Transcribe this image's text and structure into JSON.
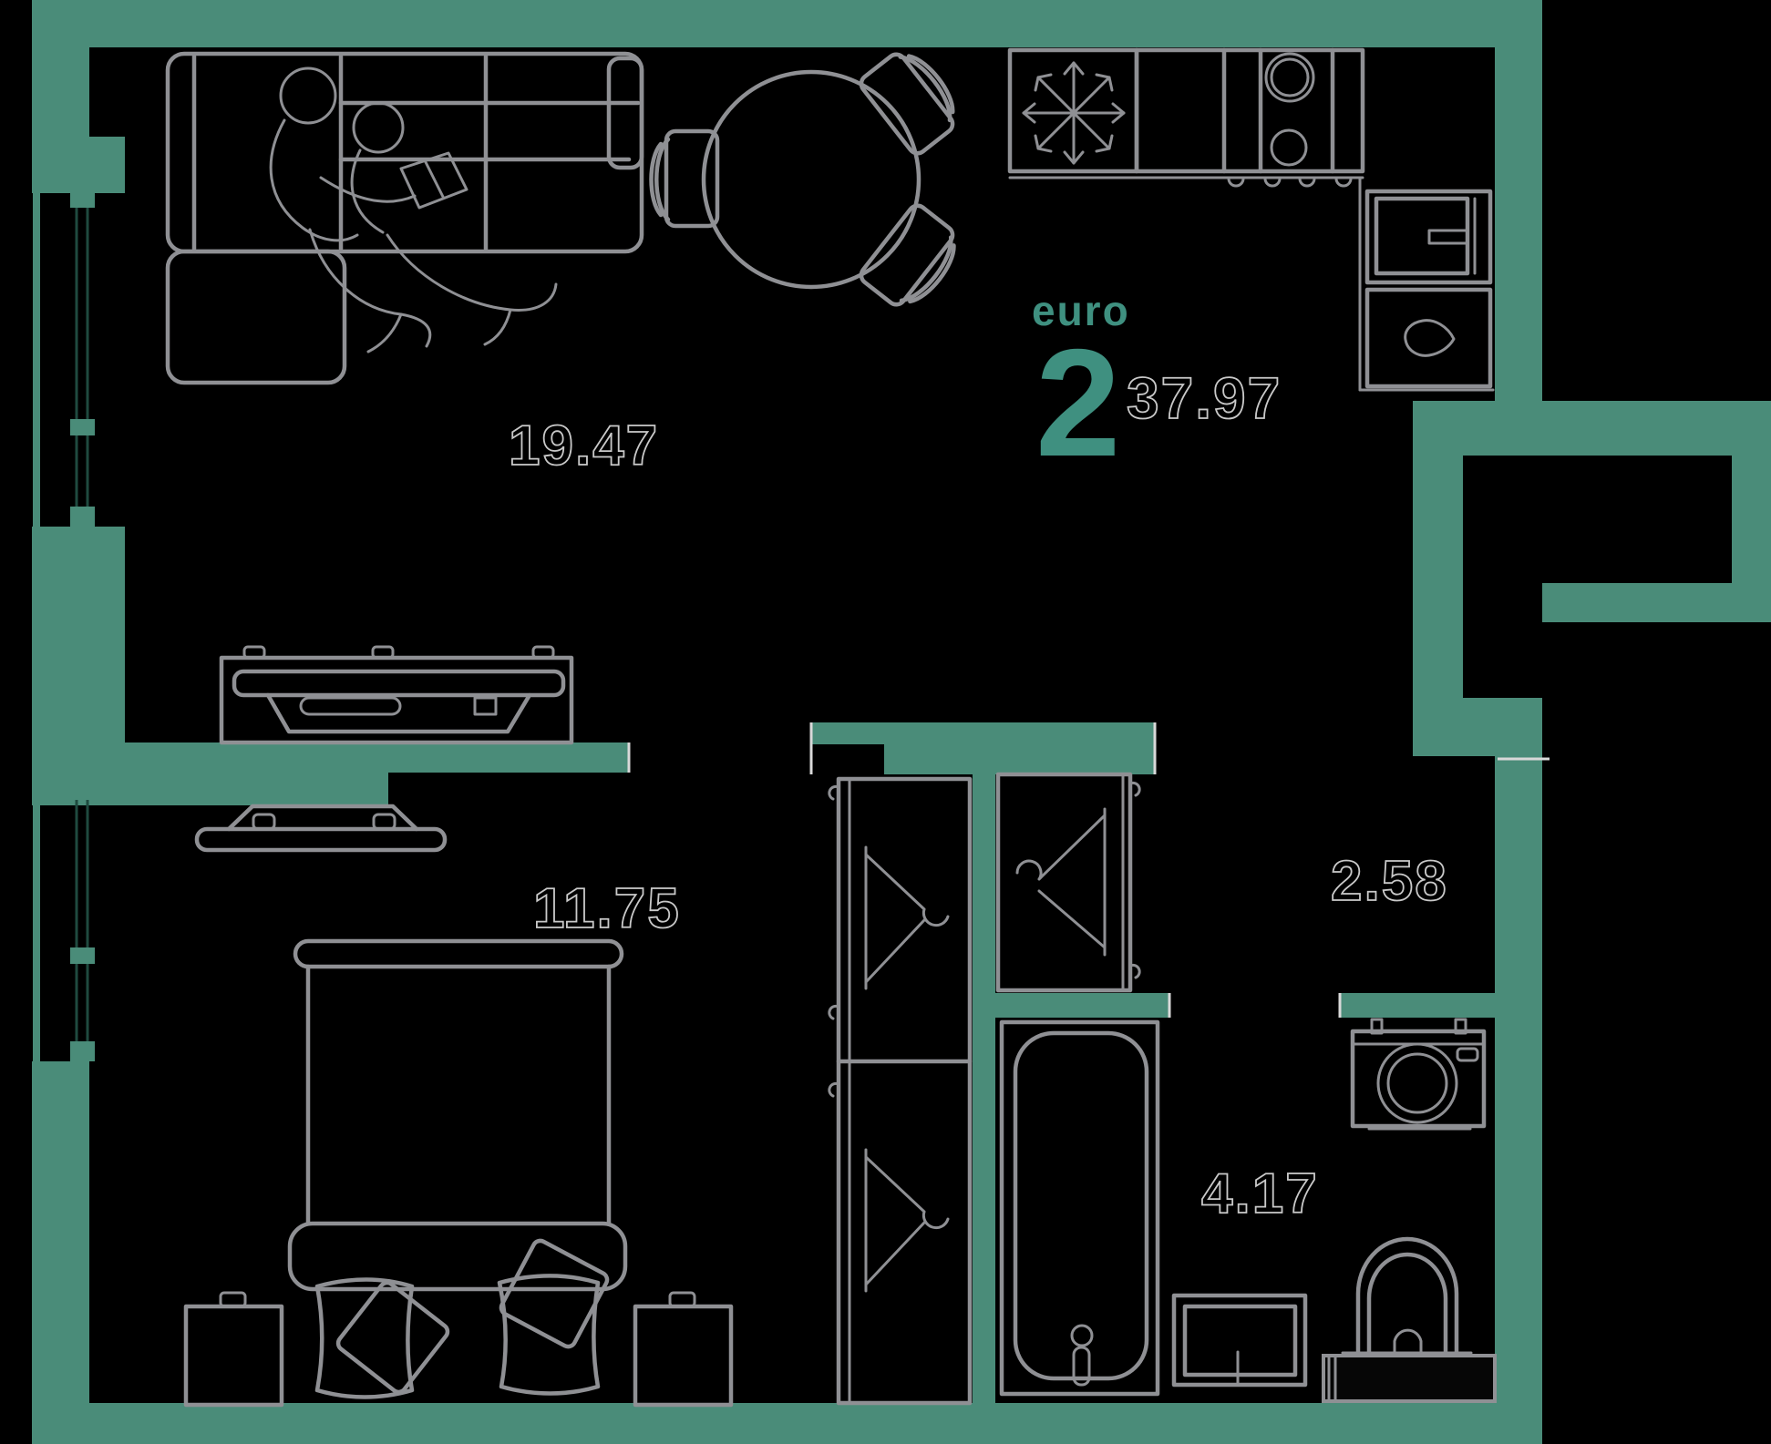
{
  "plan": {
    "unit_type_label": "euro",
    "rooms_count": "2",
    "total_area": "37.97",
    "areas": {
      "living_kitchen": "19.47",
      "bedroom": "11.75",
      "hallway": "2.58",
      "bathroom": "4.17"
    },
    "colors": {
      "bg": "#000000",
      "wall": "#4a8c79",
      "accent": "#3f9080",
      "line": "#8f9094",
      "label_outline": "#c9c9c9"
    }
  }
}
